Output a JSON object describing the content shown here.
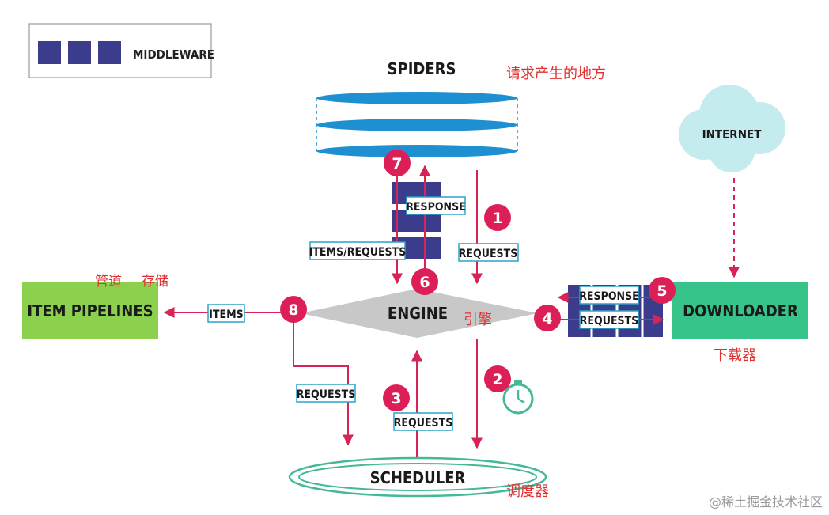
{
  "legend": {
    "middleware_label": "MIDDLEWARE"
  },
  "components": {
    "spiders": "SPIDERS",
    "engine": "ENGINE",
    "scheduler": "SCHEDULER",
    "downloader": "DOWNLOADER",
    "item_pipelines": "ITEM PIPELINES",
    "internet": "INTERNET"
  },
  "flow_labels": {
    "response_spider": "RESPONSE",
    "items_requests": "ITEMS/REQUESTS",
    "requests_spider": "REQUESTS",
    "response_downloader": "RESPONSE",
    "requests_downloader": "REQUESTS",
    "items": "ITEMS",
    "requests_pipeline": "REQUESTS",
    "requests_scheduler": "REQUESTS"
  },
  "steps": {
    "s1": "1",
    "s2": "2",
    "s3": "3",
    "s4": "4",
    "s5": "5",
    "s6": "6",
    "s7": "7",
    "s8": "8"
  },
  "annotations": {
    "spiders_cn": "请求产生的地方",
    "pipeline_cn_1": "管道",
    "pipeline_cn_2": "存储",
    "engine_cn": "引擎",
    "downloader_cn": "下载器",
    "scheduler_cn": "调度器"
  },
  "watermark": "@稀土掘金技术社区",
  "colors": {
    "middleware": "#3c3c8c",
    "spider_blue": "#1e8fd0",
    "flow_red": "#d62456",
    "step_circle": "#dd1f58",
    "engine_gray": "#c8c8c8",
    "pipeline_green": "#8bd14e",
    "downloader_green": "#36c48a",
    "internet_cloud": "#c4ebee",
    "scheduler_ring": "#45b89a",
    "label_border": "#2ba4c9",
    "annotation_red": "#e23030"
  },
  "icons": {
    "timer": "stopwatch-icon",
    "internet": "cloud-icon"
  }
}
